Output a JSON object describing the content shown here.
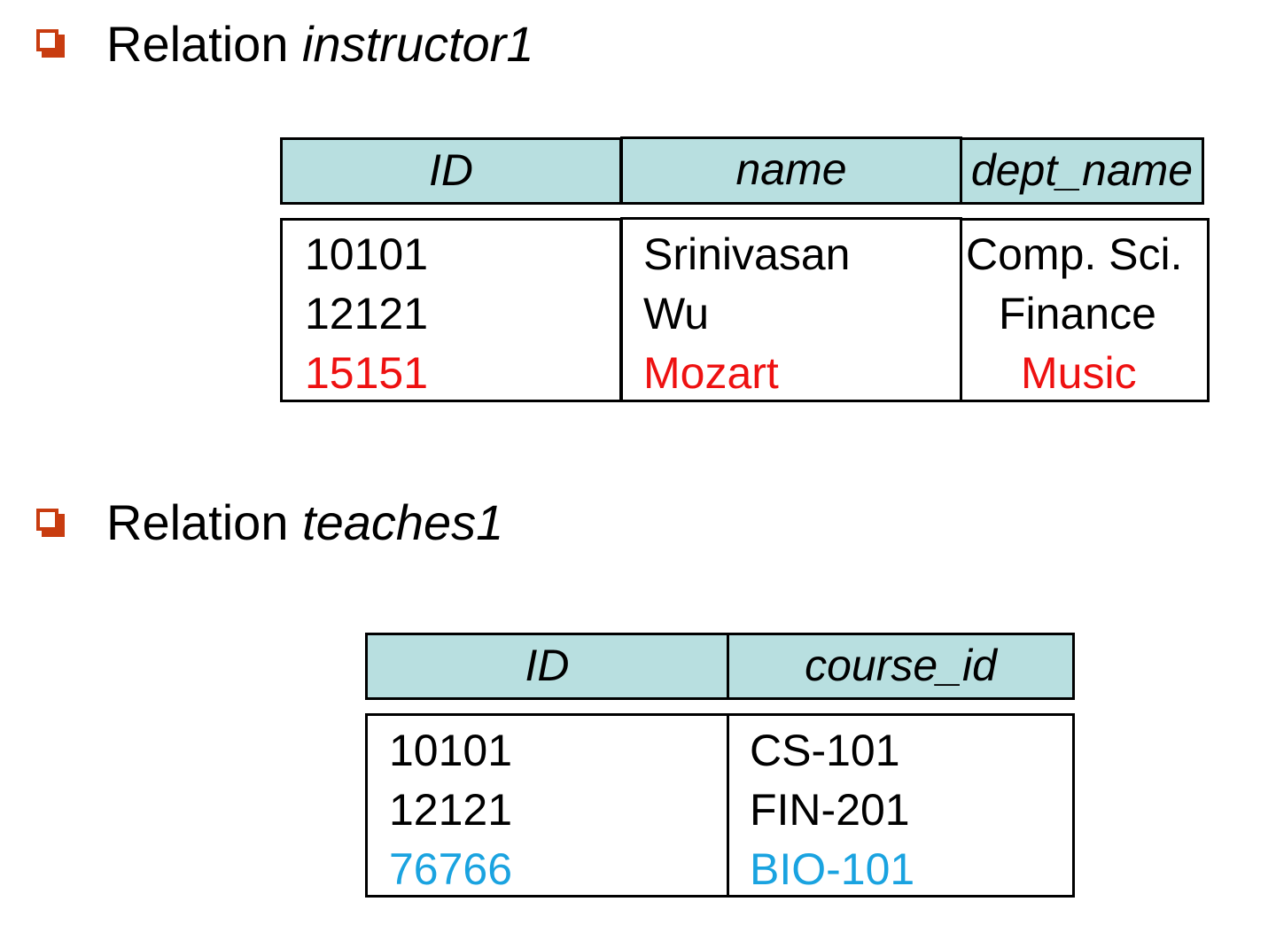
{
  "sections": [
    {
      "label": "Relation",
      "relation_name": "instructor1",
      "columns": [
        "ID",
        "name",
        "dept_name"
      ],
      "rows": [
        {
          "cells": [
            "10101",
            "Srinivasan",
            "Comp. Sci."
          ],
          "highlight": "none"
        },
        {
          "cells": [
            "12121",
            "Wu",
            "Finance"
          ],
          "highlight": "none"
        },
        {
          "cells": [
            "15151",
            "Mozart",
            "Music"
          ],
          "highlight": "red"
        }
      ]
    },
    {
      "label": "Relation",
      "relation_name": "teaches1",
      "columns": [
        "ID",
        "course_id"
      ],
      "rows": [
        {
          "cells": [
            "10101",
            "CS-101"
          ],
          "highlight": "none"
        },
        {
          "cells": [
            "12121",
            "FIN-201"
          ],
          "highlight": "none"
        },
        {
          "cells": [
            "76766",
            "BIO-101"
          ],
          "highlight": "blue"
        }
      ]
    }
  ],
  "colors": {
    "header_fill": "#b8dfe0",
    "bullet": "#c83c10",
    "red_highlight": "#ee1111",
    "blue_highlight": "#1aa3e0"
  }
}
